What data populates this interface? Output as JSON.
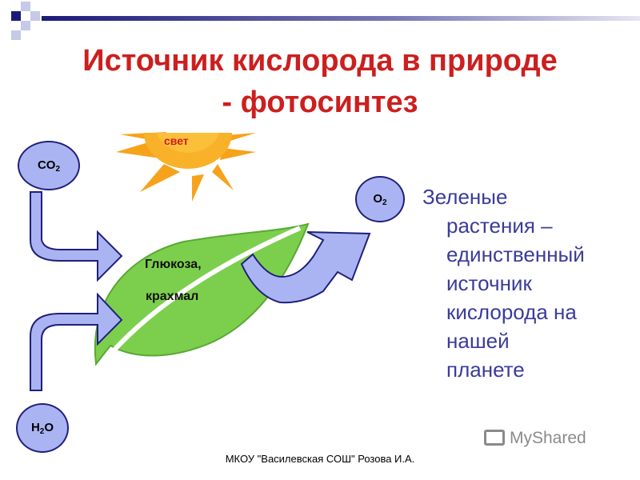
{
  "title": {
    "line1": "Источник кислорода в природе",
    "line2": "- фотосинтез"
  },
  "diagram": {
    "light_label": "свет",
    "co2": {
      "main": "CO",
      "sub": "2"
    },
    "h2o": {
      "pre": "H",
      "sub": "2",
      "post": "O"
    },
    "o2": {
      "main": "O",
      "sub": "2"
    },
    "product_line1": "Глюкоза,",
    "product_line2": "крахмал"
  },
  "body": {
    "lines": [
      "Зеленые",
      "растения –",
      "единственный",
      "источник",
      "кислорода на",
      "нашей",
      "планете"
    ]
  },
  "footer": "МКОУ \"Василевская СОШ\" Розова И.А.",
  "watermark": "MyShared",
  "colors": {
    "title": "#cc1f1f",
    "body_text": "#3a3c9a",
    "bubble_fill": "#aab4f2",
    "bubble_border": "#20207a",
    "leaf": "#7ccf4d",
    "sun": "#f7a21b"
  }
}
